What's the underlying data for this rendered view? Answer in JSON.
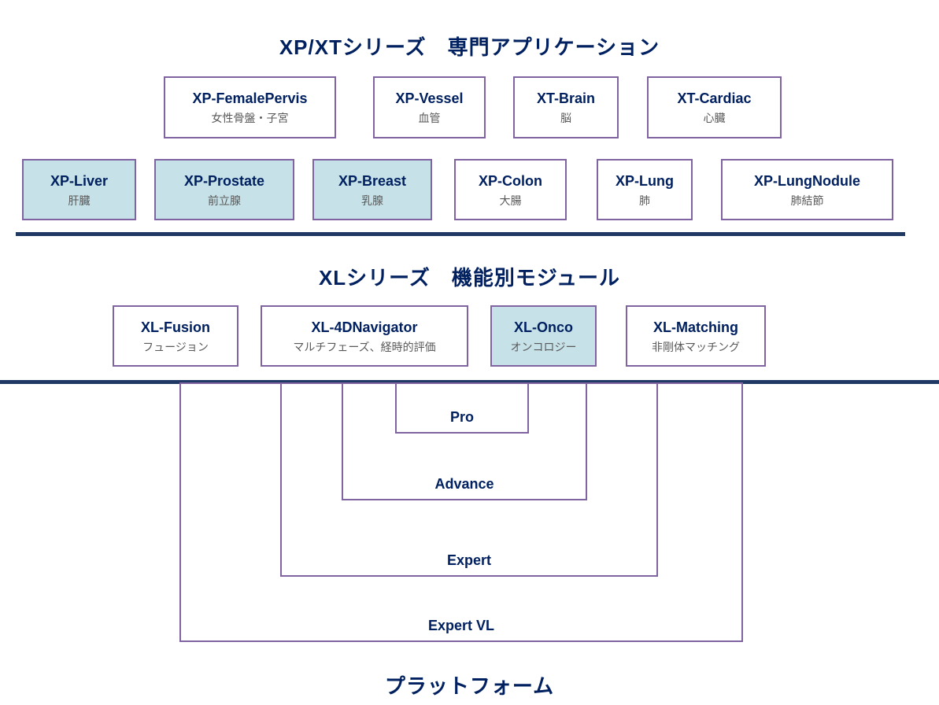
{
  "colors": {
    "accent_navy": "#002060",
    "border_purple": "#8064A2",
    "highlight_bg": "#C6E2E8",
    "separator_navy": "#1F3864",
    "subtitle_gray": "#595959"
  },
  "xpxt_section": {
    "title": "XP/XTシリーズ　専門アプリケーション",
    "row1": [
      {
        "name": "XP-FemalePervis",
        "jp": "女性骨盤・子宮",
        "highlighted": false
      },
      {
        "name": "XP-Vessel",
        "jp": "血管",
        "highlighted": false
      },
      {
        "name": "XT-Brain",
        "jp": "脳",
        "highlighted": false
      },
      {
        "name": "XT-Cardiac",
        "jp": "心臓",
        "highlighted": false
      }
    ],
    "row2": [
      {
        "name": "XP-Liver",
        "jp": "肝臓",
        "highlighted": true
      },
      {
        "name": "XP-Prostate",
        "jp": "前立腺",
        "highlighted": true
      },
      {
        "name": "XP-Breast",
        "jp": "乳腺",
        "highlighted": true
      },
      {
        "name": "XP-Colon",
        "jp": "大腸",
        "highlighted": false
      },
      {
        "name": "XP-Lung",
        "jp": "肺",
        "highlighted": false
      },
      {
        "name": "XP-LungNodule",
        "jp": "肺結節",
        "highlighted": false
      }
    ]
  },
  "xl_section": {
    "title": "XLシリーズ　機能別モジュール",
    "modules": [
      {
        "name": "XL-Fusion",
        "jp": "フュージョン",
        "highlighted": false
      },
      {
        "name": "XL-4DNavigator",
        "jp": "マルチフェーズ、経時的評価",
        "highlighted": false
      },
      {
        "name": "XL-Onco",
        "jp": "オンコロジー",
        "highlighted": true
      },
      {
        "name": "XL-Matching",
        "jp": "非剛体マッチング",
        "highlighted": false
      }
    ]
  },
  "platform_section": {
    "title": "プラットフォーム",
    "tiers": [
      "Pro",
      "Advance",
      "Expert",
      "Expert VL"
    ]
  }
}
